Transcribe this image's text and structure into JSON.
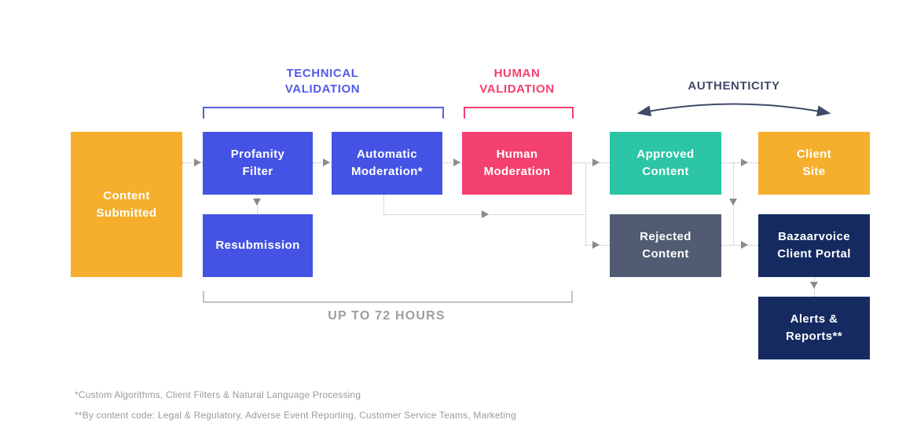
{
  "palette": {
    "orange": "#F5AF2D",
    "blue": "#4453E4",
    "pink": "#F4406F",
    "teal": "#2CC5A5",
    "slate": "#515C72",
    "navy": "#142A61",
    "section_blue": "#545BE8",
    "section_pink": "#F4406F",
    "section_dark": "#3E4A68",
    "muted_gray": "#9E9E9E"
  },
  "sections": {
    "technical_validation": "TECHNICAL\nVALIDATION",
    "human_validation": "HUMAN\nVALIDATION",
    "authenticity": "AUTHENTICITY",
    "duration": "UP TO 72 HOURS"
  },
  "nodes": [
    {
      "id": "content-submitted",
      "label": "Content\nSubmitted",
      "color": "#F5AF2D"
    },
    {
      "id": "profanity-filter",
      "label": "Profanity\nFilter",
      "color": "#4453E4"
    },
    {
      "id": "automatic-moderation",
      "label": "Automatic\nModeration*",
      "color": "#4453E4"
    },
    {
      "id": "human-moderation",
      "label": "Human\nModeration",
      "color": "#F4406F"
    },
    {
      "id": "resubmission",
      "label": "Resubmission",
      "color": "#4453E4"
    },
    {
      "id": "approved-content",
      "label": "Approved\nContent",
      "color": "#2CC5A5"
    },
    {
      "id": "rejected-content",
      "label": "Rejected\nContent",
      "color": "#515C72"
    },
    {
      "id": "client-site",
      "label": "Client\nSite",
      "color": "#F5AF2D"
    },
    {
      "id": "bazaarvoice-client-portal",
      "label": "Bazaarvoice\nClient Portal",
      "color": "#142A61"
    },
    {
      "id": "alerts-reports",
      "label": "Alerts &\nReports**",
      "color": "#142A61"
    }
  ],
  "edges": [
    {
      "from": "content-submitted",
      "to": "profanity-filter"
    },
    {
      "from": "profanity-filter",
      "to": "automatic-moderation"
    },
    {
      "from": "profanity-filter",
      "to": "resubmission"
    },
    {
      "from": "automatic-moderation",
      "to": "human-moderation"
    },
    {
      "from": "automatic-moderation",
      "to": "approved-rejected-junction",
      "note": "bypass"
    },
    {
      "from": "human-moderation",
      "to": "approved-content"
    },
    {
      "from": "human-moderation",
      "to": "rejected-content"
    },
    {
      "from": "approved-content",
      "to": "client-site"
    },
    {
      "from": "approved-content",
      "to": "bazaarvoice-client-portal"
    },
    {
      "from": "rejected-content",
      "to": "bazaarvoice-client-portal"
    },
    {
      "from": "bazaarvoice-client-portal",
      "to": "alerts-reports"
    }
  ],
  "footnotes": [
    "*Custom Algorithms, Client Filters & Natural Language Processing",
    "**By content code: Legal & Regulatory, Adverse Event Reporting, Customer Service Teams, Marketing"
  ]
}
